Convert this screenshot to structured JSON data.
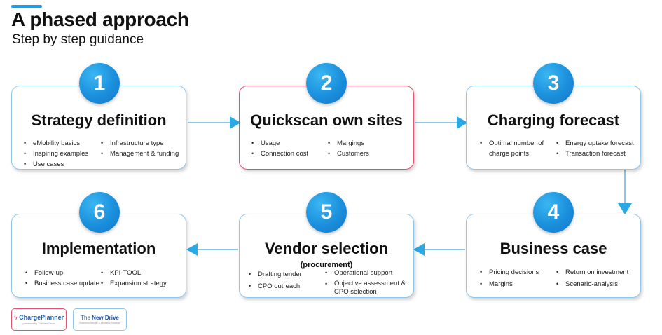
{
  "header": {
    "title": "A phased approach",
    "subtitle": "Step by step guidance"
  },
  "steps": [
    {
      "number": "1",
      "title": "Strategy definition",
      "left_items": [
        "eMobility basics",
        "Inspiring examples",
        "Use cases"
      ],
      "right_items": [
        "Infrastructure type",
        "Management & funding"
      ]
    },
    {
      "number": "2",
      "title": "Quickscan own sites",
      "left_items": [
        "Usage",
        "Connection cost"
      ],
      "right_items": [
        "Margings",
        "Customers"
      ]
    },
    {
      "number": "3",
      "title": "Charging forecast",
      "left_items": [
        "Optimal number of charge points"
      ],
      "right_items": [
        "Energy uptake forecast",
        "Transaction forecast"
      ]
    },
    {
      "number": "4",
      "title": "Business case",
      "left_items": [
        "Pricing decisions",
        "Margins"
      ],
      "right_items": [
        "Return on investment",
        "Scenario-analysis"
      ]
    },
    {
      "number": "5",
      "title": "Vendor selection",
      "subtitle": "(procurement)",
      "left_items": [
        "Drafting tender",
        "CPO outreach"
      ],
      "right_items": [
        "Operational support",
        "Objective assessment & CPO selection"
      ]
    },
    {
      "number": "6",
      "title": "Implementation",
      "left_items": [
        "Follow-up",
        "Business case update"
      ],
      "right_items": [
        "KPI-TOOL",
        "Expansion strategy"
      ]
    }
  ],
  "logos": {
    "chargeplanner": {
      "bolt": "ϟ",
      "name": "ChargePlanner",
      "tagline": "powered by TheNewDrive"
    },
    "thenewdrive": {
      "prefix": "The",
      "name": "New Drive",
      "tagline": "Business Design & eMobility Strategy"
    }
  },
  "colors": {
    "accent_blue": "#1f9be0",
    "box_border": "#8cc8ec",
    "highlight_border": "#e5506f",
    "connector": "#8fc6e6",
    "arrow": "#2aa9e6"
  }
}
